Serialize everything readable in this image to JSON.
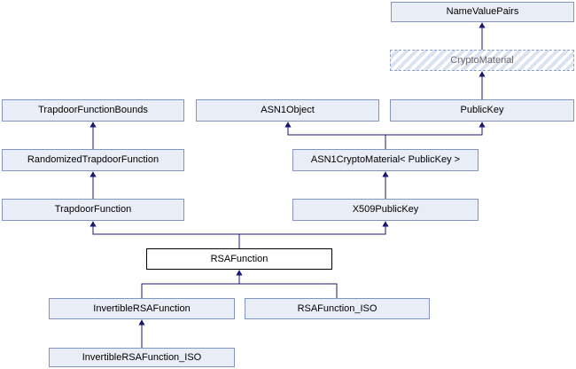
{
  "diagram": {
    "type": "class-inheritance-graph",
    "current_class": "RSAFunction",
    "nodes": [
      {
        "id": "NameValuePairs",
        "label": "NameValuePairs",
        "style": "normal"
      },
      {
        "id": "CryptoMaterial",
        "label": "CryptoMaterial",
        "style": "dashed-hatched"
      },
      {
        "id": "TrapdoorFunctionBounds",
        "label": "TrapdoorFunctionBounds",
        "style": "normal"
      },
      {
        "id": "ASN1Object",
        "label": "ASN1Object",
        "style": "normal"
      },
      {
        "id": "PublicKey",
        "label": "PublicKey",
        "style": "normal"
      },
      {
        "id": "RandomizedTrapdoorFunction",
        "label": "RandomizedTrapdoorFunction",
        "style": "normal"
      },
      {
        "id": "ASN1CryptoMaterialPublicKey",
        "label": "ASN1CryptoMaterial< PublicKey >",
        "style": "normal"
      },
      {
        "id": "TrapdoorFunction",
        "label": "TrapdoorFunction",
        "style": "normal"
      },
      {
        "id": "X509PublicKey",
        "label": "X509PublicKey",
        "style": "normal"
      },
      {
        "id": "RSAFunction",
        "label": "RSAFunction",
        "style": "current"
      },
      {
        "id": "InvertibleRSAFunction",
        "label": "InvertibleRSAFunction",
        "style": "normal"
      },
      {
        "id": "RSAFunction_ISO",
        "label": "RSAFunction_ISO",
        "style": "normal"
      },
      {
        "id": "InvertibleRSAFunction_ISO",
        "label": "InvertibleRSAFunction_ISO",
        "style": "normal"
      }
    ],
    "edges": [
      {
        "from": "CryptoMaterial",
        "to": "NameValuePairs"
      },
      {
        "from": "PublicKey",
        "to": "CryptoMaterial"
      },
      {
        "from": "RandomizedTrapdoorFunction",
        "to": "TrapdoorFunctionBounds"
      },
      {
        "from": "ASN1CryptoMaterialPublicKey",
        "to": "ASN1Object"
      },
      {
        "from": "ASN1CryptoMaterialPublicKey",
        "to": "PublicKey"
      },
      {
        "from": "TrapdoorFunction",
        "to": "RandomizedTrapdoorFunction"
      },
      {
        "from": "X509PublicKey",
        "to": "ASN1CryptoMaterialPublicKey"
      },
      {
        "from": "RSAFunction",
        "to": "TrapdoorFunction"
      },
      {
        "from": "RSAFunction",
        "to": "X509PublicKey"
      },
      {
        "from": "InvertibleRSAFunction",
        "to": "RSAFunction"
      },
      {
        "from": "RSAFunction_ISO",
        "to": "RSAFunction"
      },
      {
        "from": "InvertibleRSAFunction_ISO",
        "to": "InvertibleRSAFunction"
      }
    ],
    "colors": {
      "node_fill": "#e9edf6",
      "node_border": "#8494be",
      "current_node_fill": "#ffffff",
      "current_node_border": "#000000",
      "external_node_text": "#696969",
      "external_node_hatch": "#dce3f0",
      "edge": "#191970",
      "background": "#ffffff"
    }
  }
}
